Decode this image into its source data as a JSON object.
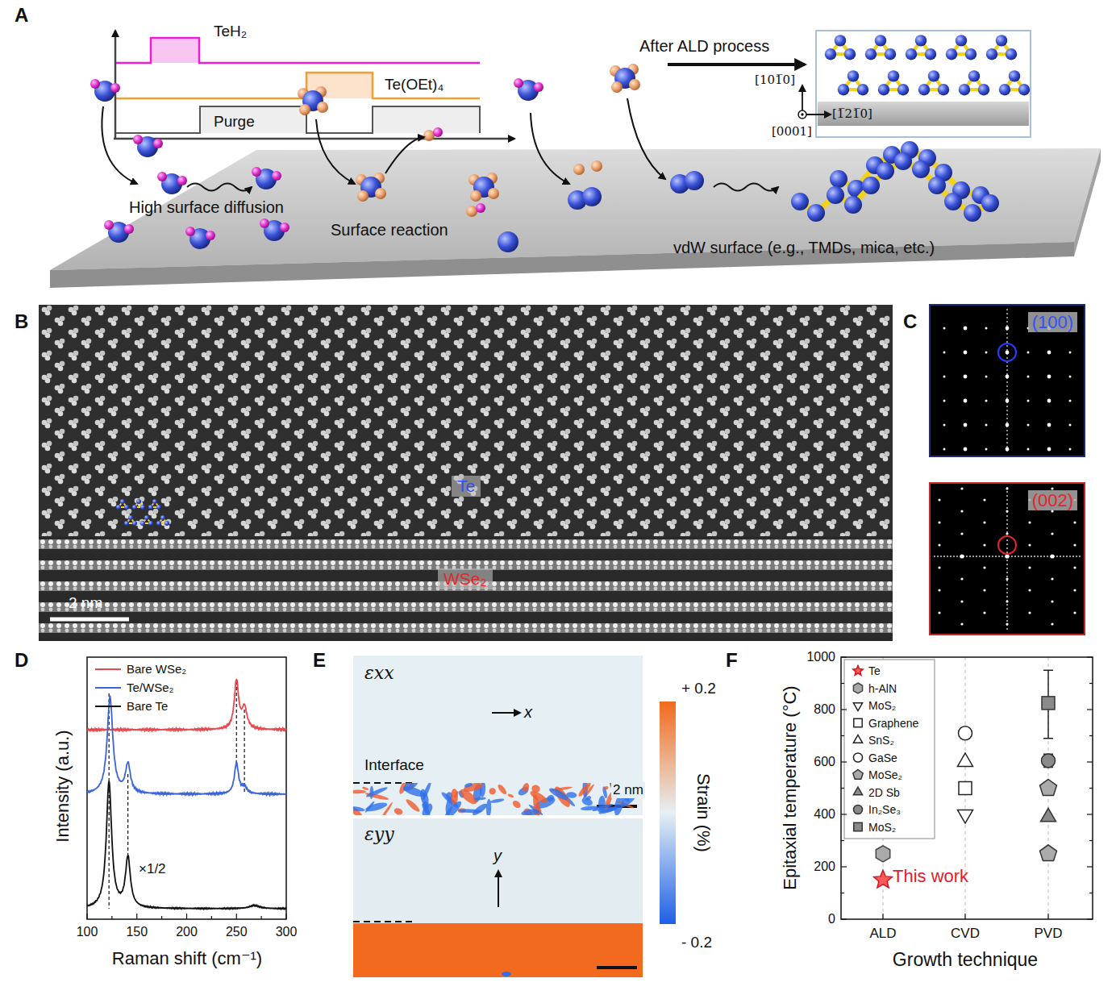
{
  "diagram": {
    "nodes": [
      {
        "text": [
          "Te"
        ]
      },
      {
        "text": [
          "WSe₂"
        ]
      },
      {
        "text": [
          "(100)"
        ]
      },
      {
        "text": [
          "(002)"
        ]
      }
    ],
    "labels": [
      "A",
      "TeH₂",
      "Te(OEt)₄",
      "Purge",
      "After ALD process",
      "[101̅0]",
      "[1̅21̅0]",
      "[0001]",
      "High surface diffusion",
      "Surface reaction",
      "vdW surface (e.g., TMDs, mica, etc.)",
      "B",
      "2 nm",
      "C",
      "D",
      "×1/2",
      "100",
      "150",
      "200",
      "250",
      "300",
      "Raman shift (cm⁻¹)",
      "Intensity (a.u.)",
      "E",
      "εxx",
      "x",
      "Interface",
      "2 nm",
      "εyy",
      "y",
      "+ 0.2",
      "Strain (%)",
      "- 0.2",
      "F",
      "1000",
      "800",
      "600",
      "400",
      "200",
      "0",
      "Epitaxial temperature (°C)",
      "ALD",
      "CVD",
      "PVD",
      "Growth technique",
      "This work"
    ],
    "legend": [
      {
        "text": "Bare WSe₂"
      },
      {
        "text": "Te/WSe₂"
      },
      {
        "text": "Bare Te"
      },
      {
        "text": "Te"
      },
      {
        "text": "h-AlN"
      },
      {
        "text": "MoS₂"
      },
      {
        "text": "Graphene"
      },
      {
        "text": "SnS₂"
      },
      {
        "text": "GaSe"
      },
      {
        "text": "MoSe₂"
      },
      {
        "text": "2D Sb"
      },
      {
        "text": "In₂Se₃"
      },
      {
        "text": "MoS₂"
      }
    ]
  }
}
